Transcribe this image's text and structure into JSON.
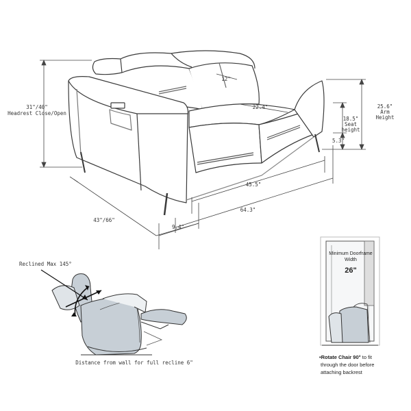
{
  "dimensions": {
    "headrest_value": "31\"/40\"",
    "headrest_label": "Headrest Close/Open",
    "depth_top": "12\"",
    "seat_depth": "22.4\"",
    "arm_value": "25.6\"",
    "arm_label_1": "Arm",
    "arm_label_2": "Height",
    "seat_value": "18.5\"",
    "seat_label_1": "Seat",
    "seat_label_2": "height",
    "leg_height": "5.3\"",
    "inner_width": "45.5\"",
    "overall_width": "64.3\"",
    "depth_open": "43\"/66\"",
    "arm_width": "9.4\""
  },
  "recline": {
    "max_label": "Reclined Max 145°",
    "wall_distance": "Distance from wall for full recline 6\""
  },
  "doorframe": {
    "title_1": "Minimum Doorframe",
    "title_2": "Width",
    "width_value": "26\"",
    "note_bold": "•Rotate Chair 90°",
    "note_rest_1": " to fit",
    "note_line_2": "through the door before",
    "note_line_3": "attaching backrest"
  }
}
